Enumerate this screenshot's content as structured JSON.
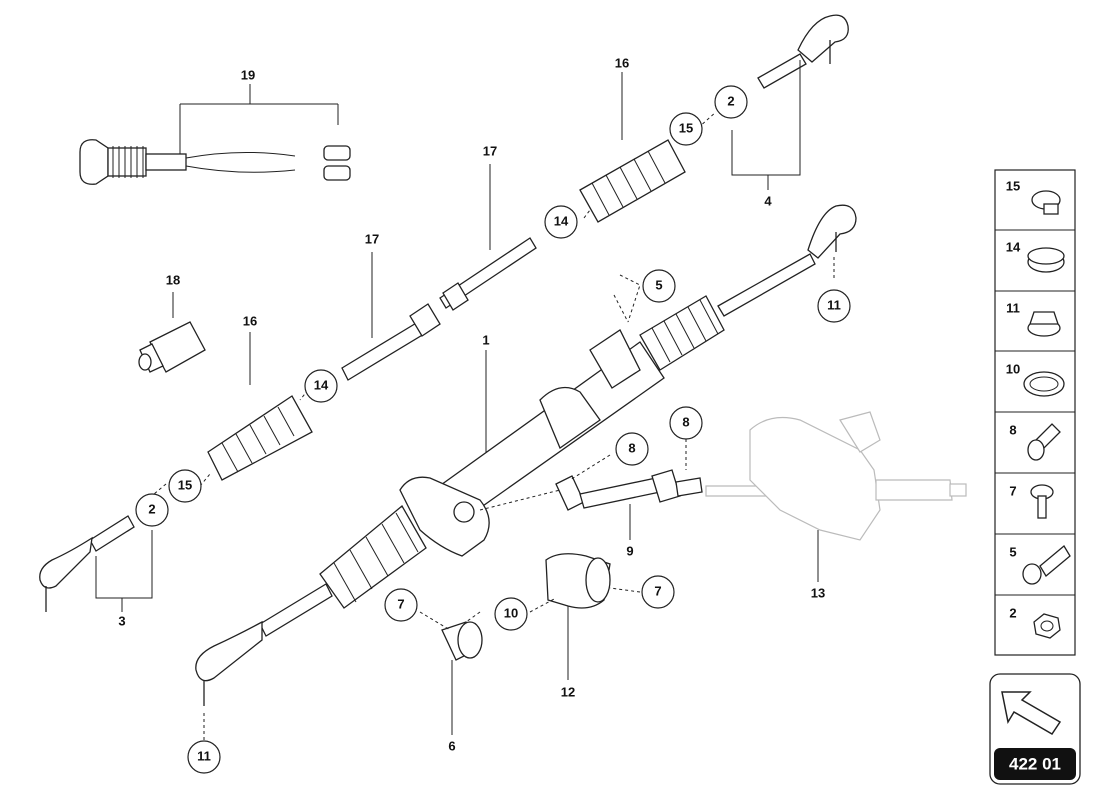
{
  "callouts": [
    {
      "id": "c2a",
      "label": "2"
    },
    {
      "id": "c15a",
      "label": "15"
    },
    {
      "id": "c14a",
      "label": "14"
    },
    {
      "id": "c5",
      "label": "5"
    },
    {
      "id": "c11a",
      "label": "11"
    },
    {
      "id": "c14b",
      "label": "14"
    },
    {
      "id": "c15b",
      "label": "15"
    },
    {
      "id": "c2b",
      "label": "2"
    },
    {
      "id": "c8a",
      "label": "8"
    },
    {
      "id": "c8b",
      "label": "8"
    },
    {
      "id": "c7a",
      "label": "7"
    },
    {
      "id": "c10",
      "label": "10"
    },
    {
      "id": "c7b",
      "label": "7"
    },
    {
      "id": "c11b",
      "label": "11"
    }
  ],
  "labels": [
    {
      "id": "l19",
      "label": "19"
    },
    {
      "id": "l16a",
      "label": "16"
    },
    {
      "id": "l17a",
      "label": "17"
    },
    {
      "id": "l4",
      "label": "4"
    },
    {
      "id": "l17b",
      "label": "17"
    },
    {
      "id": "l18",
      "label": "18"
    },
    {
      "id": "l16b",
      "label": "16"
    },
    {
      "id": "l1",
      "label": "1"
    },
    {
      "id": "l9",
      "label": "9"
    },
    {
      "id": "l13",
      "label": "13"
    },
    {
      "id": "l3",
      "label": "3"
    },
    {
      "id": "l12",
      "label": "12"
    },
    {
      "id": "l6",
      "label": "6"
    }
  ],
  "legend": {
    "items": [
      {
        "num": "15",
        "icon": "hose-clamp-icon"
      },
      {
        "num": "14",
        "icon": "band-clamp-icon"
      },
      {
        "num": "11",
        "icon": "flange-nut-icon"
      },
      {
        "num": "10",
        "icon": "ring-clamp-icon"
      },
      {
        "num": "8",
        "icon": "short-bolt-icon"
      },
      {
        "num": "7",
        "icon": "torx-bolt-icon"
      },
      {
        "num": "5",
        "icon": "hex-bolt-icon"
      },
      {
        "num": "2",
        "icon": "hex-nut-icon"
      }
    ]
  },
  "ref_box": {
    "code": "422 01",
    "icon": "arrow-icon"
  }
}
